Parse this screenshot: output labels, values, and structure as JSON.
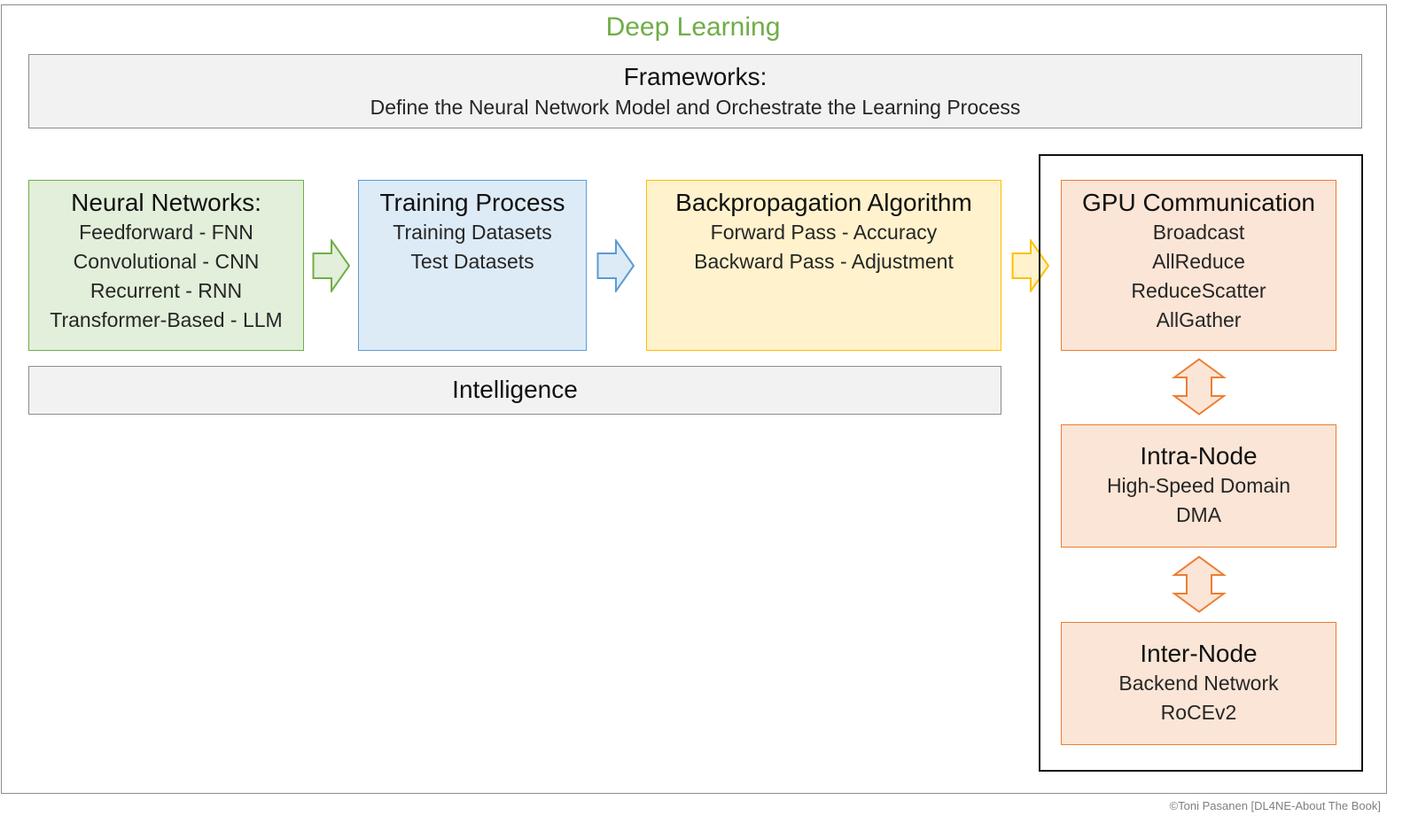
{
  "title": "Deep Learning",
  "frameworks": {
    "head": "Frameworks:",
    "subtitle": "Define the Neural Network Model and Orchestrate the Learning Process"
  },
  "neural_networks": {
    "head": "Neural Networks:",
    "items": [
      "Feedforward - FNN",
      "Convolutional - CNN",
      "Recurrent - RNN",
      "Transformer-Based - LLM"
    ]
  },
  "training_process": {
    "head": "Training Process",
    "items": [
      "Training Datasets",
      "Test Datasets"
    ]
  },
  "backpropagation": {
    "head": "Backpropagation Algorithm",
    "items": [
      "Forward Pass - Accuracy",
      "Backward Pass - Adjustment"
    ]
  },
  "intelligence": {
    "label": "Intelligence"
  },
  "gpu_communication": {
    "head": "GPU Communication",
    "items": [
      "Broadcast",
      "AllReduce",
      "ReduceScatter",
      "AllGather"
    ]
  },
  "intra_node": {
    "head": "Intra-Node",
    "items": [
      "High-Speed Domain",
      "DMA"
    ]
  },
  "inter_node": {
    "head": "Inter-Node",
    "items": [
      "Backend Network",
      "RoCEv2"
    ]
  },
  "copyright": "©Toni Pasanen [DL4NE-About The Book]",
  "colors": {
    "title": "#70ad47",
    "green_fill": "#e2efda",
    "green_border": "#70ad47",
    "blue_fill": "#ddebf7",
    "blue_border": "#5b9bd5",
    "yellow_fill": "#fff2cc",
    "yellow_border": "#ffc000",
    "orange_fill": "#fbe5d6",
    "orange_border": "#ed7d31",
    "gray_fill": "#f2f2f2",
    "gray_border": "#8c8c8c"
  },
  "icons": {
    "flow_arrow": "right-arrow-icon",
    "link_arrow": "up-down-arrow-icon"
  }
}
